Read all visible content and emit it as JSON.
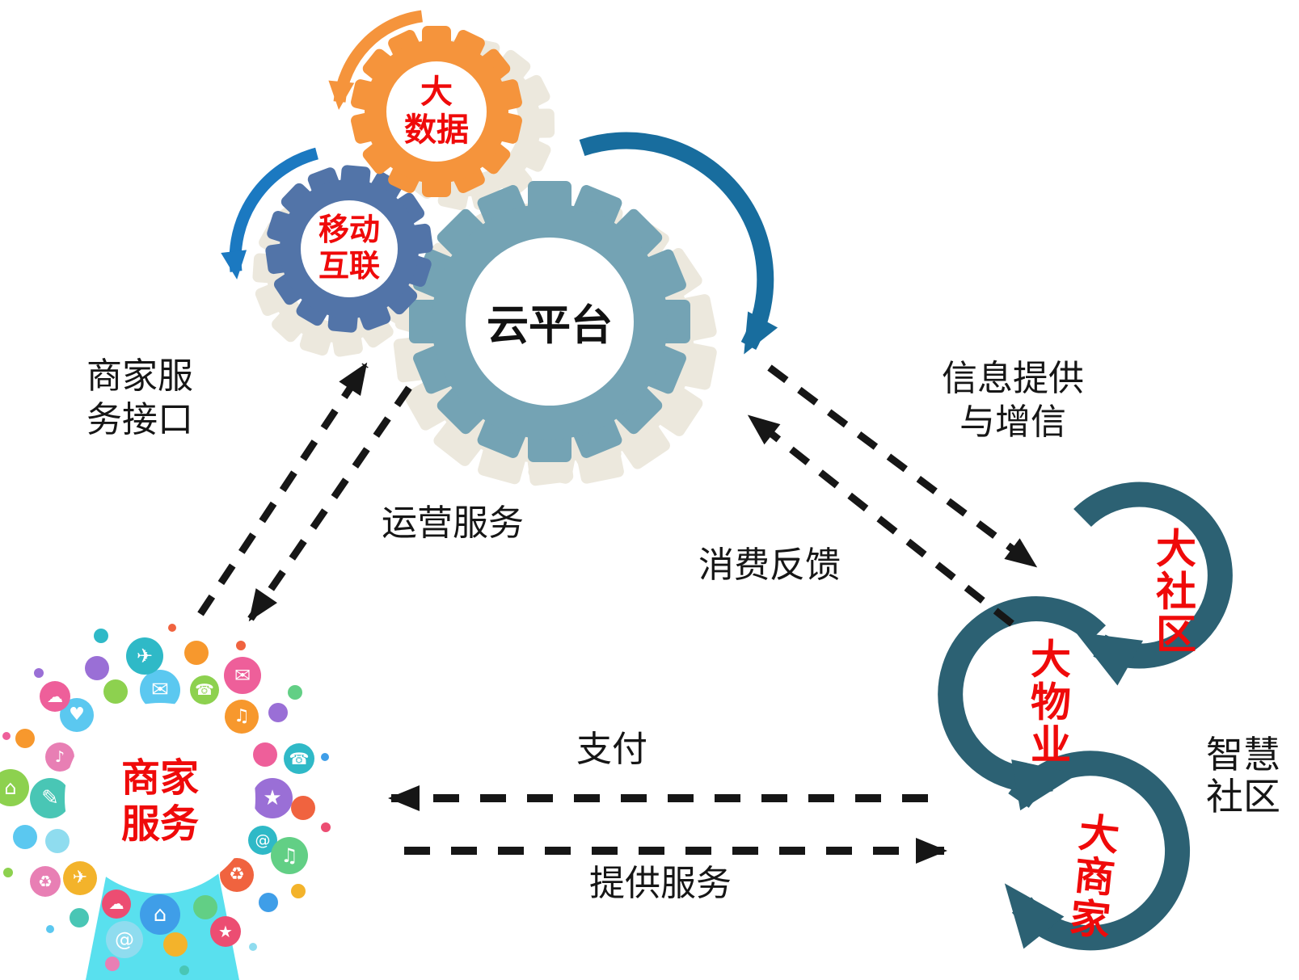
{
  "gears": {
    "big_data": {
      "line1": "大",
      "line2": "数据",
      "color": "#f5943c"
    },
    "mobile": {
      "line1": "移动",
      "line2": "互联",
      "color": "#5274a8"
    },
    "cloud": {
      "label": "云平台",
      "color": "#74a3b4"
    }
  },
  "tree": {
    "line1": "商家",
    "line2": "服务",
    "trunk_color": "#59e0ee",
    "bubble_palette": [
      "#5bc8f0",
      "#8dd14f",
      "#f7982d",
      "#ee5f9a",
      "#9a6fd6",
      "#2fb9c7",
      "#f0633f",
      "#62cf85",
      "#3f9ee8",
      "#ec4d72",
      "#f3b32b",
      "#8fdcef",
      "#49c6b5",
      "#e87fb4"
    ],
    "bubble_glyphs": [
      "✉",
      "☎",
      "♫",
      "★",
      "@",
      "♻",
      "⌂",
      "☁",
      "✈",
      "✎",
      "♪",
      "♥"
    ]
  },
  "cycles": {
    "community": "大社区",
    "property": "大物业",
    "merchant": "大商家",
    "caption_line1": "智慧",
    "caption_line2": "社区",
    "color": "#2c6173"
  },
  "labels": {
    "merchant_interface_line1": "商家服",
    "merchant_interface_line2": "务接口",
    "operation_service": "运营服务",
    "info_line1": "信息提供",
    "info_line2": "与增信",
    "consume_feedback": "消费反馈",
    "payment": "支付",
    "provide_service": "提供服务"
  },
  "colors": {
    "orange": "#f5943c",
    "steel_blue": "#5274a8",
    "rotation_arrow_blue": "#1b79c1",
    "teal_gear": "#74a3b4",
    "dark_curve_arrow": "#186d9e",
    "cycle_teal": "#2c6173",
    "accent_red": "#ef0a0a",
    "text_black": "#161616",
    "ghost_shadow": "#ece8dd",
    "trunk_cyan": "#59e0ee"
  }
}
